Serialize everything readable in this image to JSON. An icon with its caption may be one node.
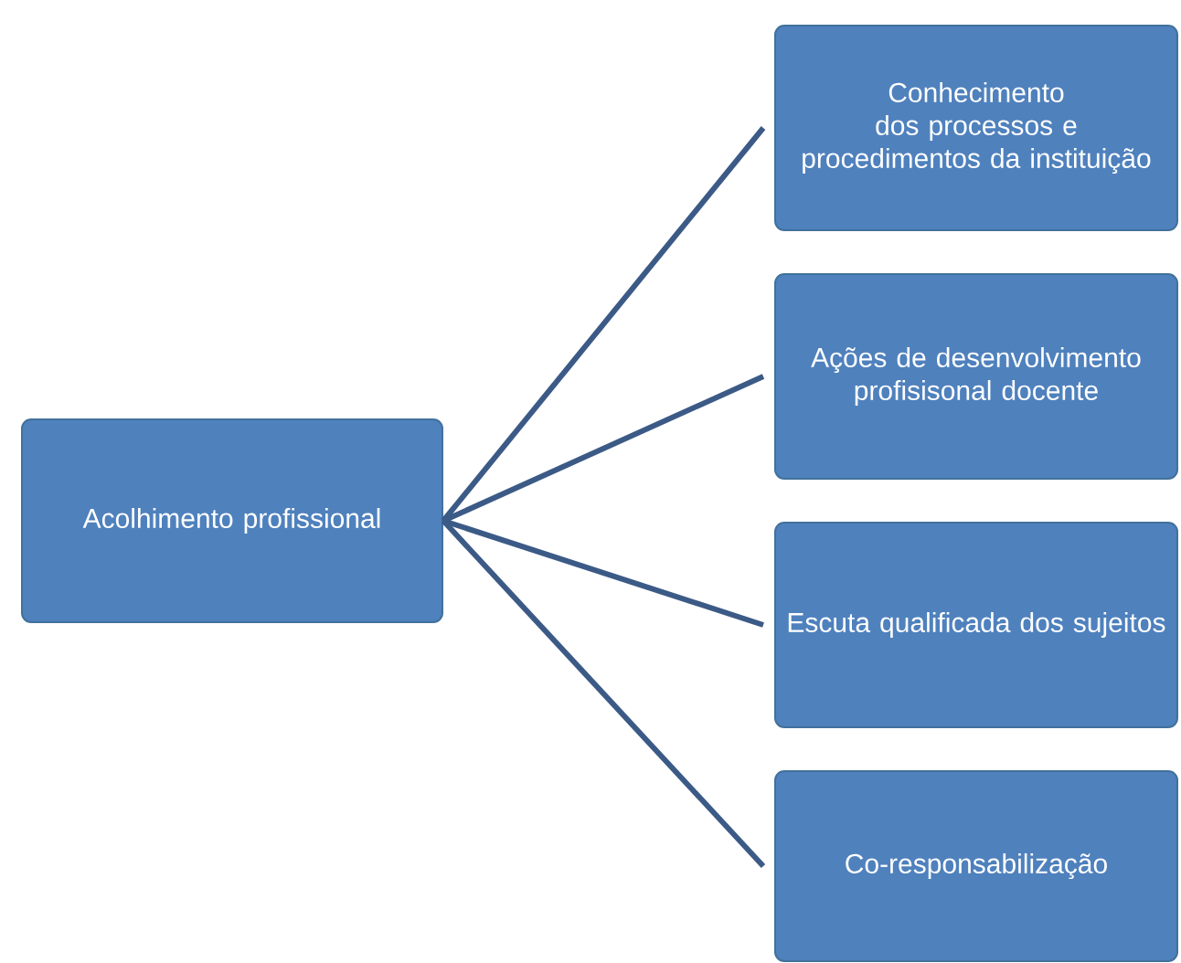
{
  "diagram": {
    "nodes": [
      {
        "text": [
          "Acolhimento profissional"
        ]
      },
      {
        "text": [
          "Conhecimento dos processos e procedimentos da instituição"
        ]
      },
      {
        "text": [
          "Ações de desenvolvimento profisisonal docente"
        ]
      },
      {
        "text": [
          "Escuta qualificada dos sujeitos"
        ]
      },
      {
        "text": [
          "Co-responsabilização"
        ]
      }
    ],
    "edges": [
      {
        "from": 0,
        "to": 1,
        "arrow": "none"
      },
      {
        "from": 0,
        "to": 2,
        "arrow": "none"
      },
      {
        "from": 0,
        "to": 3,
        "arrow": "none"
      },
      {
        "from": 0,
        "to": 4,
        "arrow": "none"
      }
    ]
  }
}
